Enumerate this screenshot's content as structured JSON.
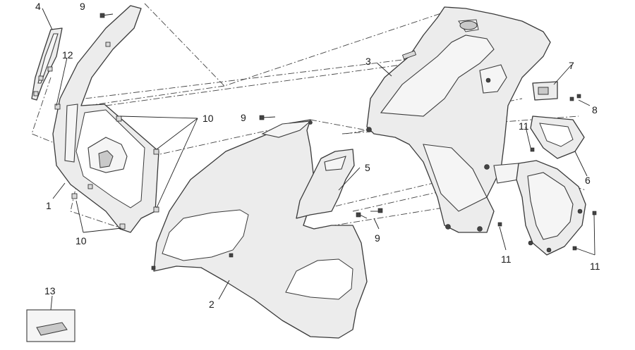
{
  "callouts": {
    "c1": "1",
    "c2": "2",
    "c3": "3",
    "c4": "4",
    "c5": "5",
    "c6": "6",
    "c7": "7",
    "c8": "8",
    "c9a": "9",
    "c9b": "9",
    "c9c": "9",
    "c10a": "10",
    "c10b": "10",
    "c11a": "11",
    "c11b": "11",
    "c11c": "11",
    "c12": "12",
    "c13": "13"
  },
  "colors": {
    "line": "#3a3a3a",
    "fill": "#ececec",
    "background": "#ffffff"
  }
}
